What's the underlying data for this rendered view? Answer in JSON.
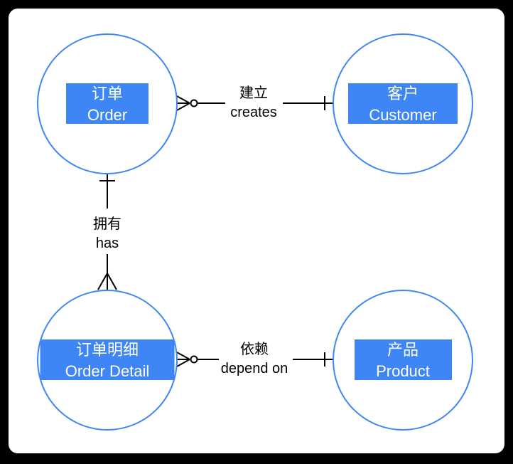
{
  "diagram": {
    "type": "er-diagram-crow-foot",
    "background": "#000000",
    "canvas_color": "#ffffff",
    "accent_blue": "#3e86f5",
    "line_color": "#000000",
    "entity_text_color": "#ffffff"
  },
  "entities": [
    {
      "id": "order",
      "label_zh": "订单",
      "label_en": "Order"
    },
    {
      "id": "customer",
      "label_zh": "客户",
      "label_en": "Customer"
    },
    {
      "id": "order-detail",
      "label_zh": "订单明细",
      "label_en": "Order Detail"
    },
    {
      "id": "product",
      "label_zh": "产品",
      "label_en": "Product"
    }
  ],
  "relations": [
    {
      "from": "order",
      "to": "customer",
      "label_zh": "建立",
      "label_en": "creates",
      "from_marker": "zero-or-many",
      "to_marker": "one"
    },
    {
      "from": "order",
      "to": "order-detail",
      "label_zh": "拥有",
      "label_en": "has",
      "from_marker": "one",
      "to_marker": "many"
    },
    {
      "from": "order-detail",
      "to": "product",
      "label_zh": "依赖",
      "label_en": "depend on",
      "from_marker": "zero-or-many",
      "to_marker": "one"
    }
  ]
}
